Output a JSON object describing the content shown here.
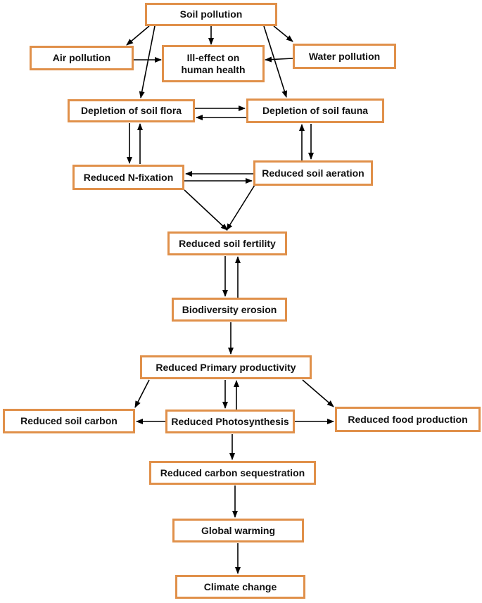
{
  "theme": {
    "box_border": "#e0904a",
    "arrow": "#000000",
    "background": "#ffffff"
  },
  "nodes": {
    "soil_pollution": "Soil pollution",
    "air_pollution": "Air pollution",
    "ill_effect_line1": "Ill-effect on",
    "ill_effect_line2": "human health",
    "water_pollution": "Water pollution",
    "depletion_flora": "Depletion of soil flora",
    "depletion_fauna": "Depletion of soil fauna",
    "reduced_n_fixation": "Reduced N-fixation",
    "reduced_soil_aeration": "Reduced soil aeration",
    "reduced_soil_fertility": "Reduced soil fertility",
    "biodiversity_erosion": "Biodiversity erosion",
    "reduced_primary_productivity": "Reduced Primary productivity",
    "reduced_soil_carbon": "Reduced soil carbon",
    "reduced_photosynthesis": "Reduced Photosynthesis",
    "reduced_food_production": "Reduced food production",
    "reduced_carbon_sequestration": "Reduced carbon sequestration",
    "global_warming": "Global warming",
    "climate_change": "Climate change"
  }
}
